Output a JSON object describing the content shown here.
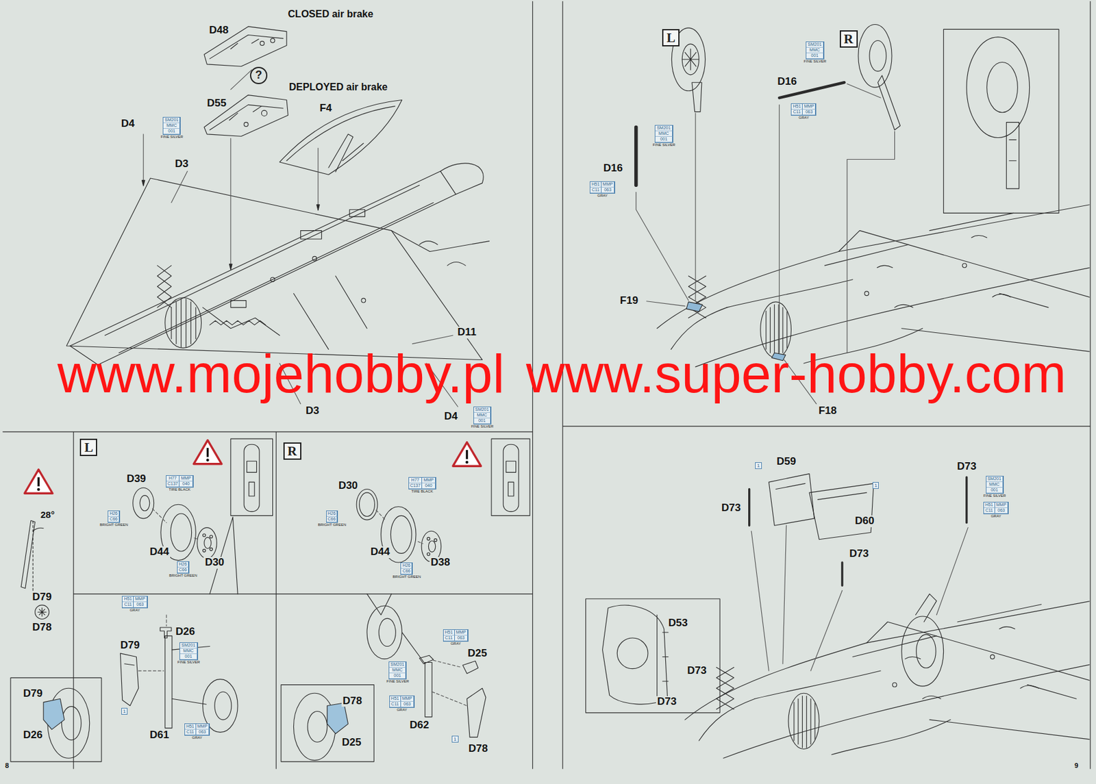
{
  "diagram": {
    "nodes": [
      {
        "text": [
          "?"
        ]
      },
      {
        "text": [
          "SM201",
          "MMC",
          "001",
          "FINE SILVER"
        ]
      },
      {
        "text": [
          "SM201",
          "MMC",
          "001",
          "FINE SILVER"
        ]
      },
      {
        "text": [
          "L"
        ]
      },
      {
        "text": [
          "H77",
          "MMP",
          "C137",
          "040",
          "TIRE BLACK"
        ]
      },
      {
        "text": [
          "H26",
          "C66",
          "BRIGHT GREEN"
        ]
      },
      {
        "text": [
          "H26",
          "C66",
          "BRIGHT GREEN"
        ]
      },
      {
        "text": [
          "H51",
          "MMP",
          "C11",
          "063",
          "GRAY"
        ]
      },
      {
        "text": [
          "SM201",
          "MMC",
          "001",
          "FINE SILVER"
        ]
      },
      {
        "text": [
          "1"
        ]
      },
      {
        "text": [
          "H51",
          "MMP",
          "C11",
          "063",
          "GRAY"
        ]
      },
      {
        "text": [
          "R"
        ]
      },
      {
        "text": [
          "H77",
          "MMP",
          "C137",
          "040",
          "TIRE BLACK"
        ]
      },
      {
        "text": [
          "H26",
          "C66",
          "BRIGHT GREEN"
        ]
      },
      {
        "text": [
          "H26",
          "C66",
          "BRIGHT GREEN"
        ]
      },
      {
        "text": [
          "H51",
          "MMP",
          "C11",
          "063",
          "GRAY"
        ]
      },
      {
        "text": [
          "SM201",
          "MMC",
          "001",
          "FINE SILVER"
        ]
      },
      {
        "text": [
          "H51",
          "MMP",
          "C11",
          "063",
          "GRAY"
        ]
      },
      {
        "text": [
          "1"
        ]
      },
      {
        "text": [
          "L"
        ]
      },
      {
        "text": [
          "R"
        ]
      },
      {
        "text": [
          "SM201",
          "MMC",
          "001",
          "FINE SILVER"
        ]
      },
      {
        "text": [
          "H51",
          "MMP",
          "C11",
          "063",
          "GRAY"
        ]
      },
      {
        "text": [
          "SM201",
          "MMC",
          "001",
          "FINE SILVER"
        ]
      },
      {
        "text": [
          "H51",
          "MMP",
          "C11",
          "063",
          "GRAY"
        ]
      },
      {
        "text": [
          "1"
        ]
      },
      {
        "text": [
          "1"
        ]
      },
      {
        "text": [
          "SM201",
          "MMC",
          "001",
          "FINE SILVER"
        ]
      },
      {
        "text": [
          "H51",
          "MMP",
          "C11",
          "063",
          "GRAY"
        ]
      }
    ],
    "labels": [
      "CLOSED air brake",
      "D48",
      "DEPLOYED air brake",
      "D55",
      "F4",
      "D4",
      "D3",
      "D11",
      "www.mojehobby.pl",
      "www.super-hobby.com",
      "D4",
      "D3",
      "28°",
      "D79",
      "D78",
      "D79",
      "D26",
      "D39",
      "D44",
      "D30",
      "D26",
      "D79",
      "D61",
      "D30",
      "D44",
      "D38",
      "D25",
      "D62",
      "D78",
      "D78",
      "D25",
      "8",
      "D16",
      "D16",
      "F19",
      "F18",
      "D59",
      "D73",
      "D73",
      "D60",
      "D73",
      "D53",
      "D73",
      "D73",
      "9"
    ]
  }
}
